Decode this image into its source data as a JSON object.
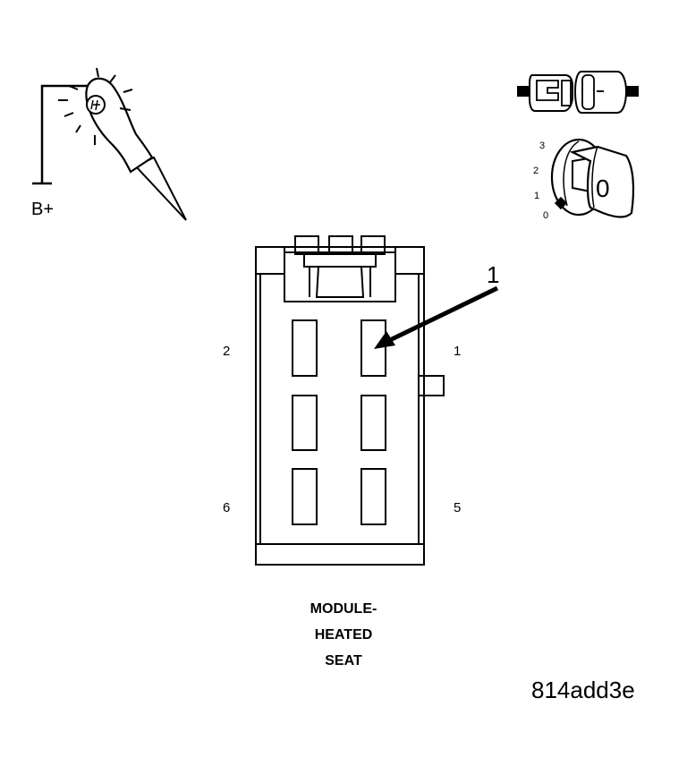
{
  "test_light": {
    "supply_label": "B+"
  },
  "ignition": {
    "positions": [
      "3",
      "2",
      "1",
      "0"
    ],
    "key_label": "0"
  },
  "connector": {
    "pins": {
      "pin_2": "2",
      "pin_1": "1",
      "pin_6": "6",
      "pin_5": "5"
    },
    "callout": "1"
  },
  "caption": {
    "line1": "MODULE-",
    "line2": "HEATED",
    "line3": "SEAT"
  },
  "figure_code": "814add3e"
}
